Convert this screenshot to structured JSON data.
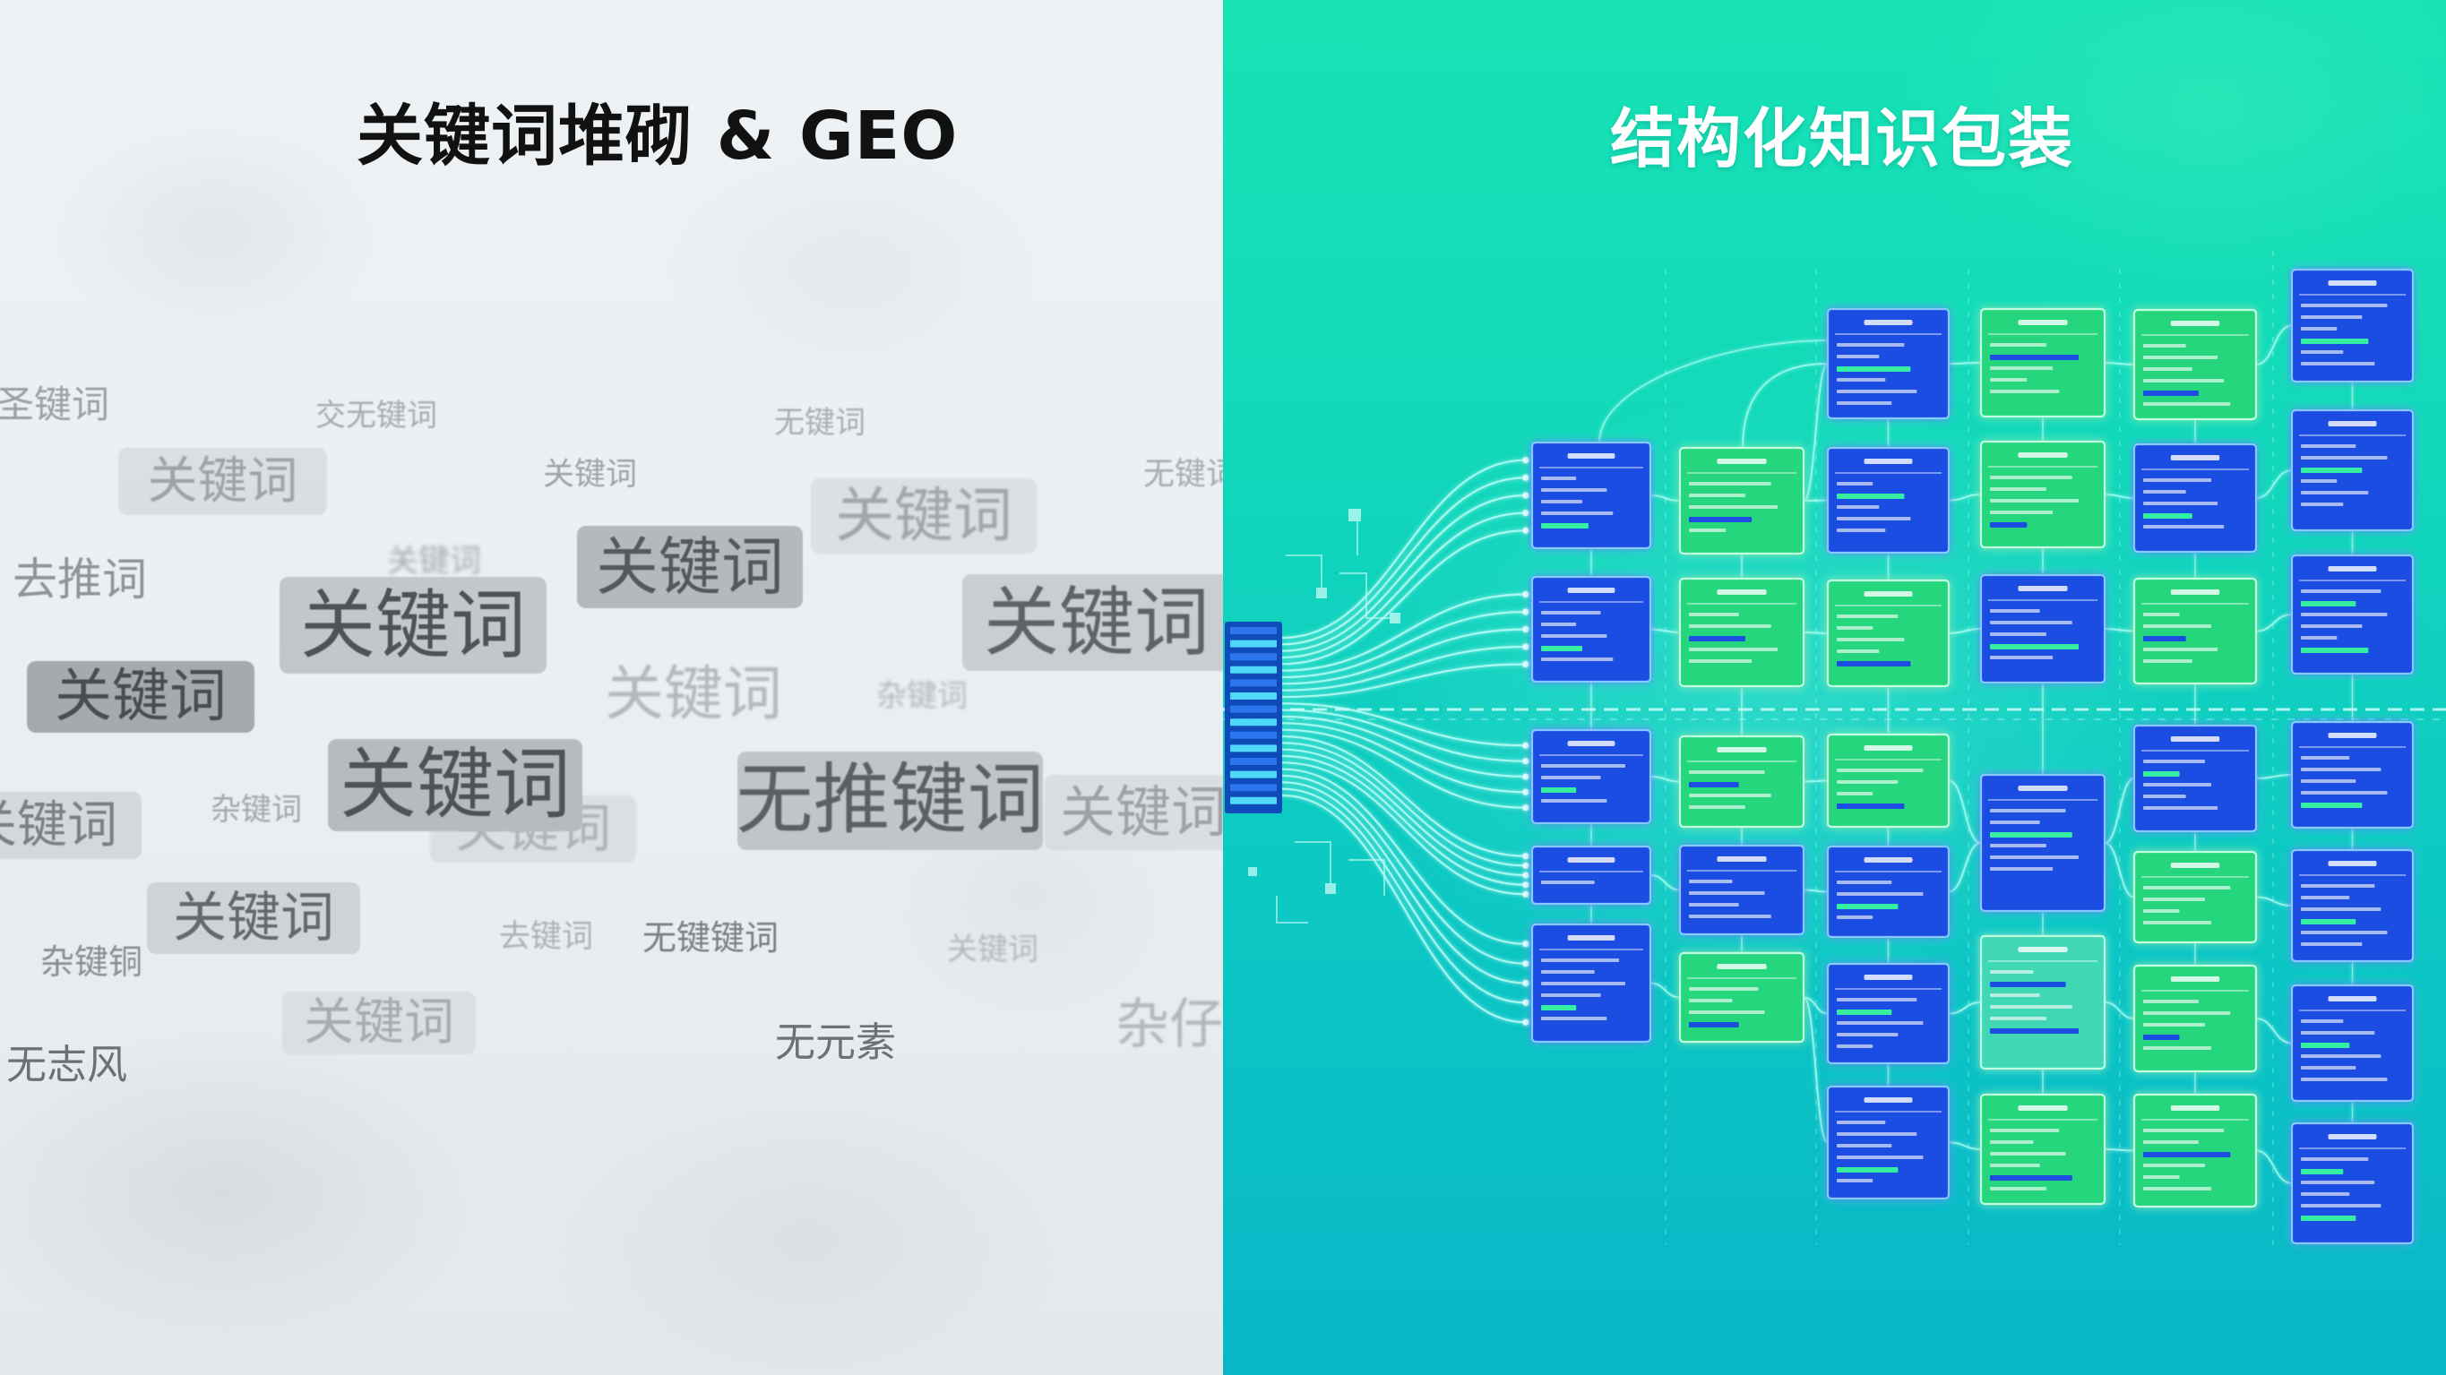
{
  "left": {
    "title": "关键词堆砌 & GEO",
    "keywords": [
      "圣键词",
      "交无键词",
      "无键词",
      "关键词",
      "关键词",
      "无键词",
      "关键词",
      "去推词",
      "关键词",
      "关键词",
      "关键词",
      "关键词",
      "关键词",
      "关键词",
      "杂键词",
      "关键词",
      "关键词",
      "无推键词",
      "关键词",
      "关键词",
      "杂键词",
      "关键词",
      "杂键铜",
      "去键词",
      "无键键词",
      "关键词",
      "关键词",
      "无元素",
      "杂仔",
      "无志风"
    ]
  },
  "right": {
    "title": "结构化知识包装",
    "card_columns": [
      [
        "#1f4de2",
        "#1f4de2",
        "#1f4de2",
        "#1f4de2",
        "#1f4de2"
      ],
      [
        "#27d67d",
        "#27d67d",
        "#27d67d",
        "#1f4de2",
        "#27d67d"
      ],
      [
        "#1f4de2",
        "#1f4de2",
        "#27d67d",
        "#27d67d",
        "#1f4de2",
        "#1f4de2",
        "#1f4de2"
      ],
      [
        "#27d67d",
        "#27d67d",
        "#1f4de2",
        "#1f4de2",
        "#3fd8b4",
        "#27d67d"
      ],
      [
        "#27d67d",
        "#1f4de2",
        "#27d67d",
        "#1f4de2",
        "#27d67d",
        "#27d67d",
        "#27d67d"
      ],
      [
        "#1f4de2",
        "#1f4de2",
        "#1f4de2",
        "#1f4de2",
        "#1f4de2",
        "#1f4de2",
        "#1f4de2"
      ]
    ]
  },
  "colors": {
    "blue_card": "#1f4de2",
    "green_card": "#27d67d",
    "teal_card": "#3fd8b4",
    "line_glow": "#c2fff7",
    "highlight_bar": "#36f0a0"
  }
}
